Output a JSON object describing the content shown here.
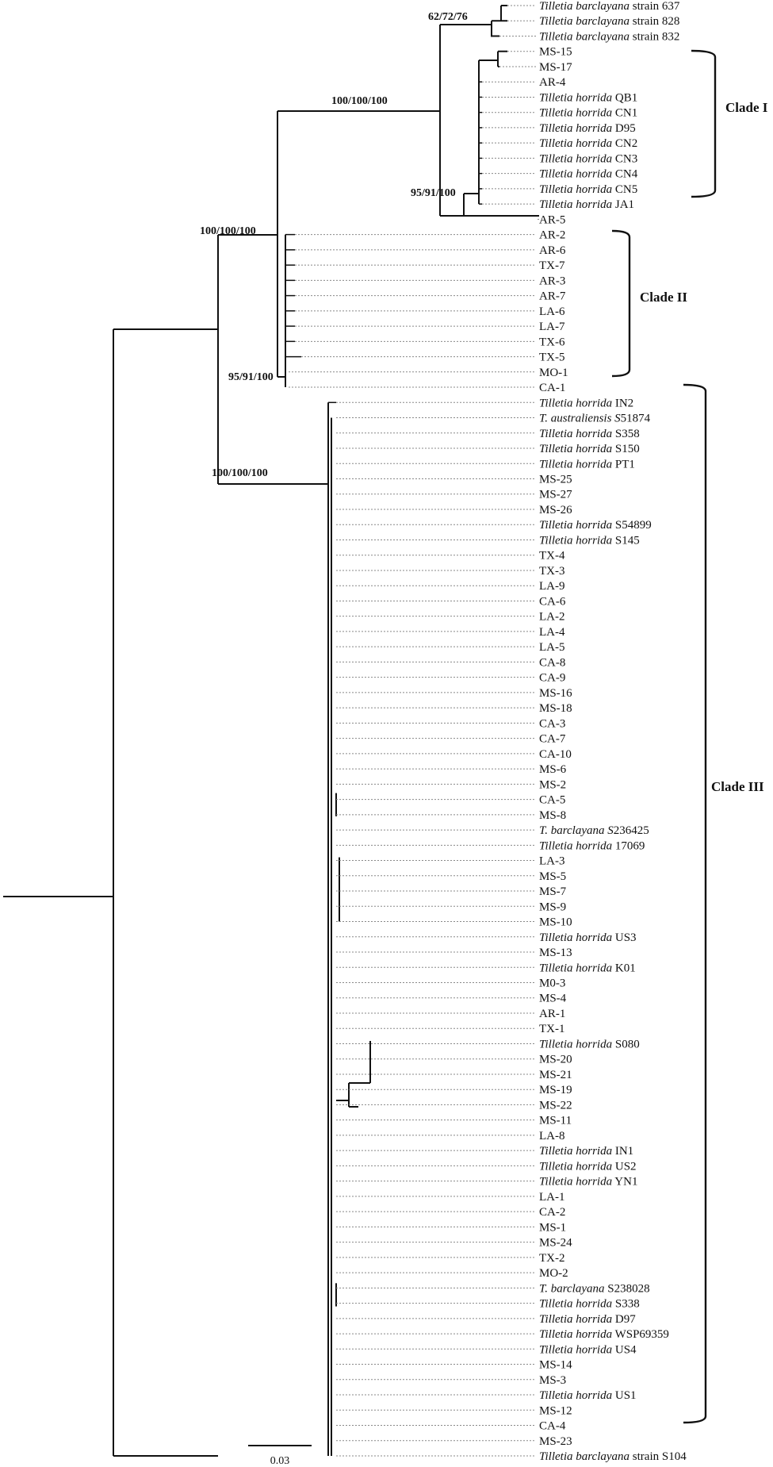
{
  "tree": {
    "scale_bar_label": "0.03",
    "taxa": [
      {
        "italic": "Tilletia barclayana",
        "plain": " strain 637"
      },
      {
        "italic": "Tilletia barclayana",
        "plain": " strain 828"
      },
      {
        "italic": "Tilletia barclayana",
        "plain": " strain 832"
      },
      {
        "italic": "",
        "plain": "MS-15"
      },
      {
        "italic": "",
        "plain": "MS-17"
      },
      {
        "italic": "",
        "plain": "AR-4"
      },
      {
        "italic": "Tilletia horrida",
        "plain": " QB1"
      },
      {
        "italic": "Tilletia horrida",
        "plain": " CN1"
      },
      {
        "italic": "Tilletia horrida",
        "plain": " D95"
      },
      {
        "italic": "Tilletia horrida",
        "plain": " CN2"
      },
      {
        "italic": "Tilletia horrida",
        "plain": " CN3"
      },
      {
        "italic": "Tilletia horrida",
        "plain": " CN4"
      },
      {
        "italic": "Tilletia horrida",
        "plain": " CN5"
      },
      {
        "italic": "Tilletia horrida",
        "plain": " JA1"
      },
      {
        "italic": "",
        "plain": "AR-5"
      },
      {
        "italic": "",
        "plain": "AR-2"
      },
      {
        "italic": "",
        "plain": "AR-6"
      },
      {
        "italic": "",
        "plain": "TX-7"
      },
      {
        "italic": "",
        "plain": "AR-3"
      },
      {
        "italic": "",
        "plain": "AR-7"
      },
      {
        "italic": "",
        "plain": "LA-6"
      },
      {
        "italic": "",
        "plain": "LA-7"
      },
      {
        "italic": "",
        "plain": "TX-6"
      },
      {
        "italic": "",
        "plain": "TX-5"
      },
      {
        "italic": "",
        "plain": "MO-1"
      },
      {
        "italic": "",
        "plain": "CA-1"
      },
      {
        "italic": "Tilletia horrida",
        "plain": " IN2"
      },
      {
        "italic": "T. australiensis  S",
        "plain": "51874"
      },
      {
        "italic": "Tilletia horrida",
        "plain": " S358"
      },
      {
        "italic": "Tilletia horrida",
        "plain": " S150"
      },
      {
        "italic": "Tilletia horrida",
        "plain": " PT1"
      },
      {
        "italic": "",
        "plain": "MS-25"
      },
      {
        "italic": "",
        "plain": "MS-27"
      },
      {
        "italic": "",
        "plain": "MS-26"
      },
      {
        "italic": "Tilletia horrida",
        "plain": " S54899"
      },
      {
        "italic": "Tilletia horrida",
        "plain": " S145"
      },
      {
        "italic": "",
        "plain": "TX-4"
      },
      {
        "italic": "",
        "plain": "TX-3"
      },
      {
        "italic": "",
        "plain": "LA-9"
      },
      {
        "italic": "",
        "plain": "CA-6"
      },
      {
        "italic": "",
        "plain": "LA-2"
      },
      {
        "italic": "",
        "plain": "LA-4"
      },
      {
        "italic": "",
        "plain": "LA-5"
      },
      {
        "italic": "",
        "plain": "CA-8"
      },
      {
        "italic": "",
        "plain": "CA-9"
      },
      {
        "italic": "",
        "plain": "MS-16"
      },
      {
        "italic": "",
        "plain": "MS-18"
      },
      {
        "italic": "",
        "plain": "CA-3"
      },
      {
        "italic": "",
        "plain": "CA-7"
      },
      {
        "italic": "",
        "plain": "CA-10"
      },
      {
        "italic": "",
        "plain": "MS-6"
      },
      {
        "italic": "",
        "plain": "MS-2"
      },
      {
        "italic": "",
        "plain": "CA-5"
      },
      {
        "italic": "",
        "plain": "MS-8"
      },
      {
        "italic": "T. barclayana S",
        "plain": "236425"
      },
      {
        "italic": "Tilletia horrida",
        "plain": " 17069"
      },
      {
        "italic": "",
        "plain": "LA-3"
      },
      {
        "italic": "",
        "plain": "MS-5"
      },
      {
        "italic": "",
        "plain": "MS-7"
      },
      {
        "italic": "",
        "plain": "MS-9"
      },
      {
        "italic": "",
        "plain": "MS-10"
      },
      {
        "italic": "Tilletia horrida",
        "plain": " US3"
      },
      {
        "italic": "",
        "plain": "MS-13"
      },
      {
        "italic": "Tilletia horrida",
        "plain": " K01"
      },
      {
        "italic": "",
        "plain": "M0-3"
      },
      {
        "italic": "",
        "plain": "MS-4"
      },
      {
        "italic": "",
        "plain": "AR-1"
      },
      {
        "italic": "",
        "plain": "TX-1"
      },
      {
        "italic": "Tilletia horrida",
        "plain": " S080"
      },
      {
        "italic": "",
        "plain": "MS-20"
      },
      {
        "italic": "",
        "plain": "MS-21"
      },
      {
        "italic": "",
        "plain": "MS-19"
      },
      {
        "italic": "",
        "plain": "MS-22"
      },
      {
        "italic": "",
        "plain": "MS-11"
      },
      {
        "italic": "",
        "plain": "LA-8"
      },
      {
        "italic": "Tilletia horrida",
        "plain": " IN1"
      },
      {
        "italic": "Tilletia horrida",
        "plain": " US2"
      },
      {
        "italic": "Tilletia horrida",
        "plain": " YN1"
      },
      {
        "italic": "",
        "plain": "LA-1"
      },
      {
        "italic": "",
        "plain": "CA-2"
      },
      {
        "italic": "",
        "plain": "MS-1"
      },
      {
        "italic": "",
        "plain": "MS-24"
      },
      {
        "italic": "",
        "plain": "TX-2"
      },
      {
        "italic": "",
        "plain": "MO-2"
      },
      {
        "italic": "T. barclayana",
        "plain": "   S238028"
      },
      {
        "italic": "Tilletia horrida",
        "plain": " S338"
      },
      {
        "italic": "Tilletia horrida",
        "plain": " D97"
      },
      {
        "italic": "Tilletia horrida",
        "plain": " WSP69359"
      },
      {
        "italic": "Tilletia horrida",
        "plain": " US4"
      },
      {
        "italic": "",
        "plain": "MS-14"
      },
      {
        "italic": "",
        "plain": "MS-3"
      },
      {
        "italic": "Tilletia horrida",
        "plain": " US1"
      },
      {
        "italic": "",
        "plain": "MS-12"
      },
      {
        "italic": "",
        "plain": "CA-4"
      },
      {
        "italic": "",
        "plain": "MS-23"
      },
      {
        "italic": "Tilletia barclayana",
        "plain": " strain S104"
      }
    ],
    "support_values": [
      {
        "id": "barclayana-node",
        "label": "62/72/76"
      },
      {
        "id": "clade-i-node",
        "label": "100/100/100"
      },
      {
        "id": "clade-i-inner-node",
        "label": "95/91/100"
      },
      {
        "id": "ingroup-node",
        "label": "100/100/100"
      },
      {
        "id": "clade-ii-node",
        "label": "95/91/100"
      },
      {
        "id": "clade-iii-node",
        "label": "100/100/100"
      }
    ],
    "clades": [
      {
        "id": "clade-i",
        "label": "Clade I"
      },
      {
        "id": "clade-ii",
        "label": "Clade II"
      },
      {
        "id": "clade-iii",
        "label": "Clade III"
      }
    ]
  }
}
